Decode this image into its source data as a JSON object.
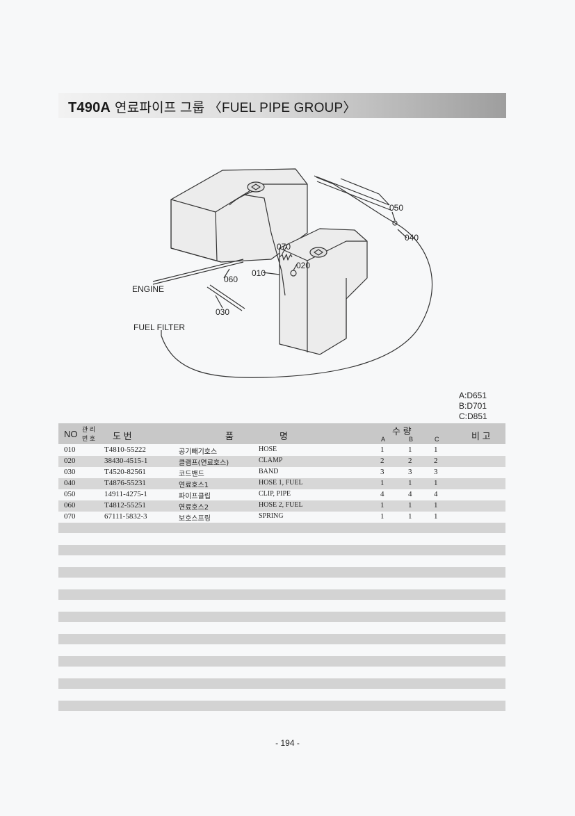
{
  "title": {
    "model": "T490A",
    "text": "연료파이프 그룹 〈FUEL PIPE GROUP〉"
  },
  "diagram": {
    "labels": {
      "engine": "ENGINE",
      "fuel_filter": "FUEL FILTER",
      "p010": "010",
      "p020": "020",
      "p030": "030",
      "p040": "040",
      "p050": "050",
      "p060": "060",
      "p070": "070"
    }
  },
  "variants": {
    "a": "A:D651",
    "b": "B:D701",
    "c": "C:D851"
  },
  "table": {
    "headers": {
      "no": "NO",
      "mgmt_top": "관 리",
      "mgmt_bottom": "번 호",
      "drawing_no": "도  번",
      "name_1": "품",
      "name_2": "명",
      "qty": "수  량",
      "col_a": "A",
      "col_b": "B",
      "col_c": "C",
      "remarks": "비 고"
    },
    "rows": [
      {
        "no": "010",
        "part": "T4810-55222",
        "kor": "공기빼기호스",
        "eng": "HOSE",
        "a": "1",
        "b": "1",
        "c": "1"
      },
      {
        "no": "020",
        "part": "38430-4515-1",
        "kor": "클램프(연료호스)",
        "eng": "CLAMP",
        "a": "2",
        "b": "2",
        "c": "2"
      },
      {
        "no": "030",
        "part": "T4520-82561",
        "kor": "코드밴드",
        "eng": "BAND",
        "a": "3",
        "b": "3",
        "c": "3"
      },
      {
        "no": "040",
        "part": "T4876-55231",
        "kor": "연료호스1",
        "eng": "HOSE 1, FUEL",
        "a": "1",
        "b": "1",
        "c": "1"
      },
      {
        "no": "050",
        "part": "14911-4275-1",
        "kor": "파이프클립",
        "eng": "CLIP, PIPE",
        "a": "4",
        "b": "4",
        "c": "4"
      },
      {
        "no": "060",
        "part": "T4812-55251",
        "kor": "연료호스2",
        "eng": "HOSE 2, FUEL",
        "a": "1",
        "b": "1",
        "c": "1"
      },
      {
        "no": "070",
        "part": "67111-5832-3",
        "kor": "보호스프링",
        "eng": "SPRING",
        "a": "1",
        "b": "1",
        "c": "1"
      }
    ]
  },
  "page_number": "- 194 -"
}
